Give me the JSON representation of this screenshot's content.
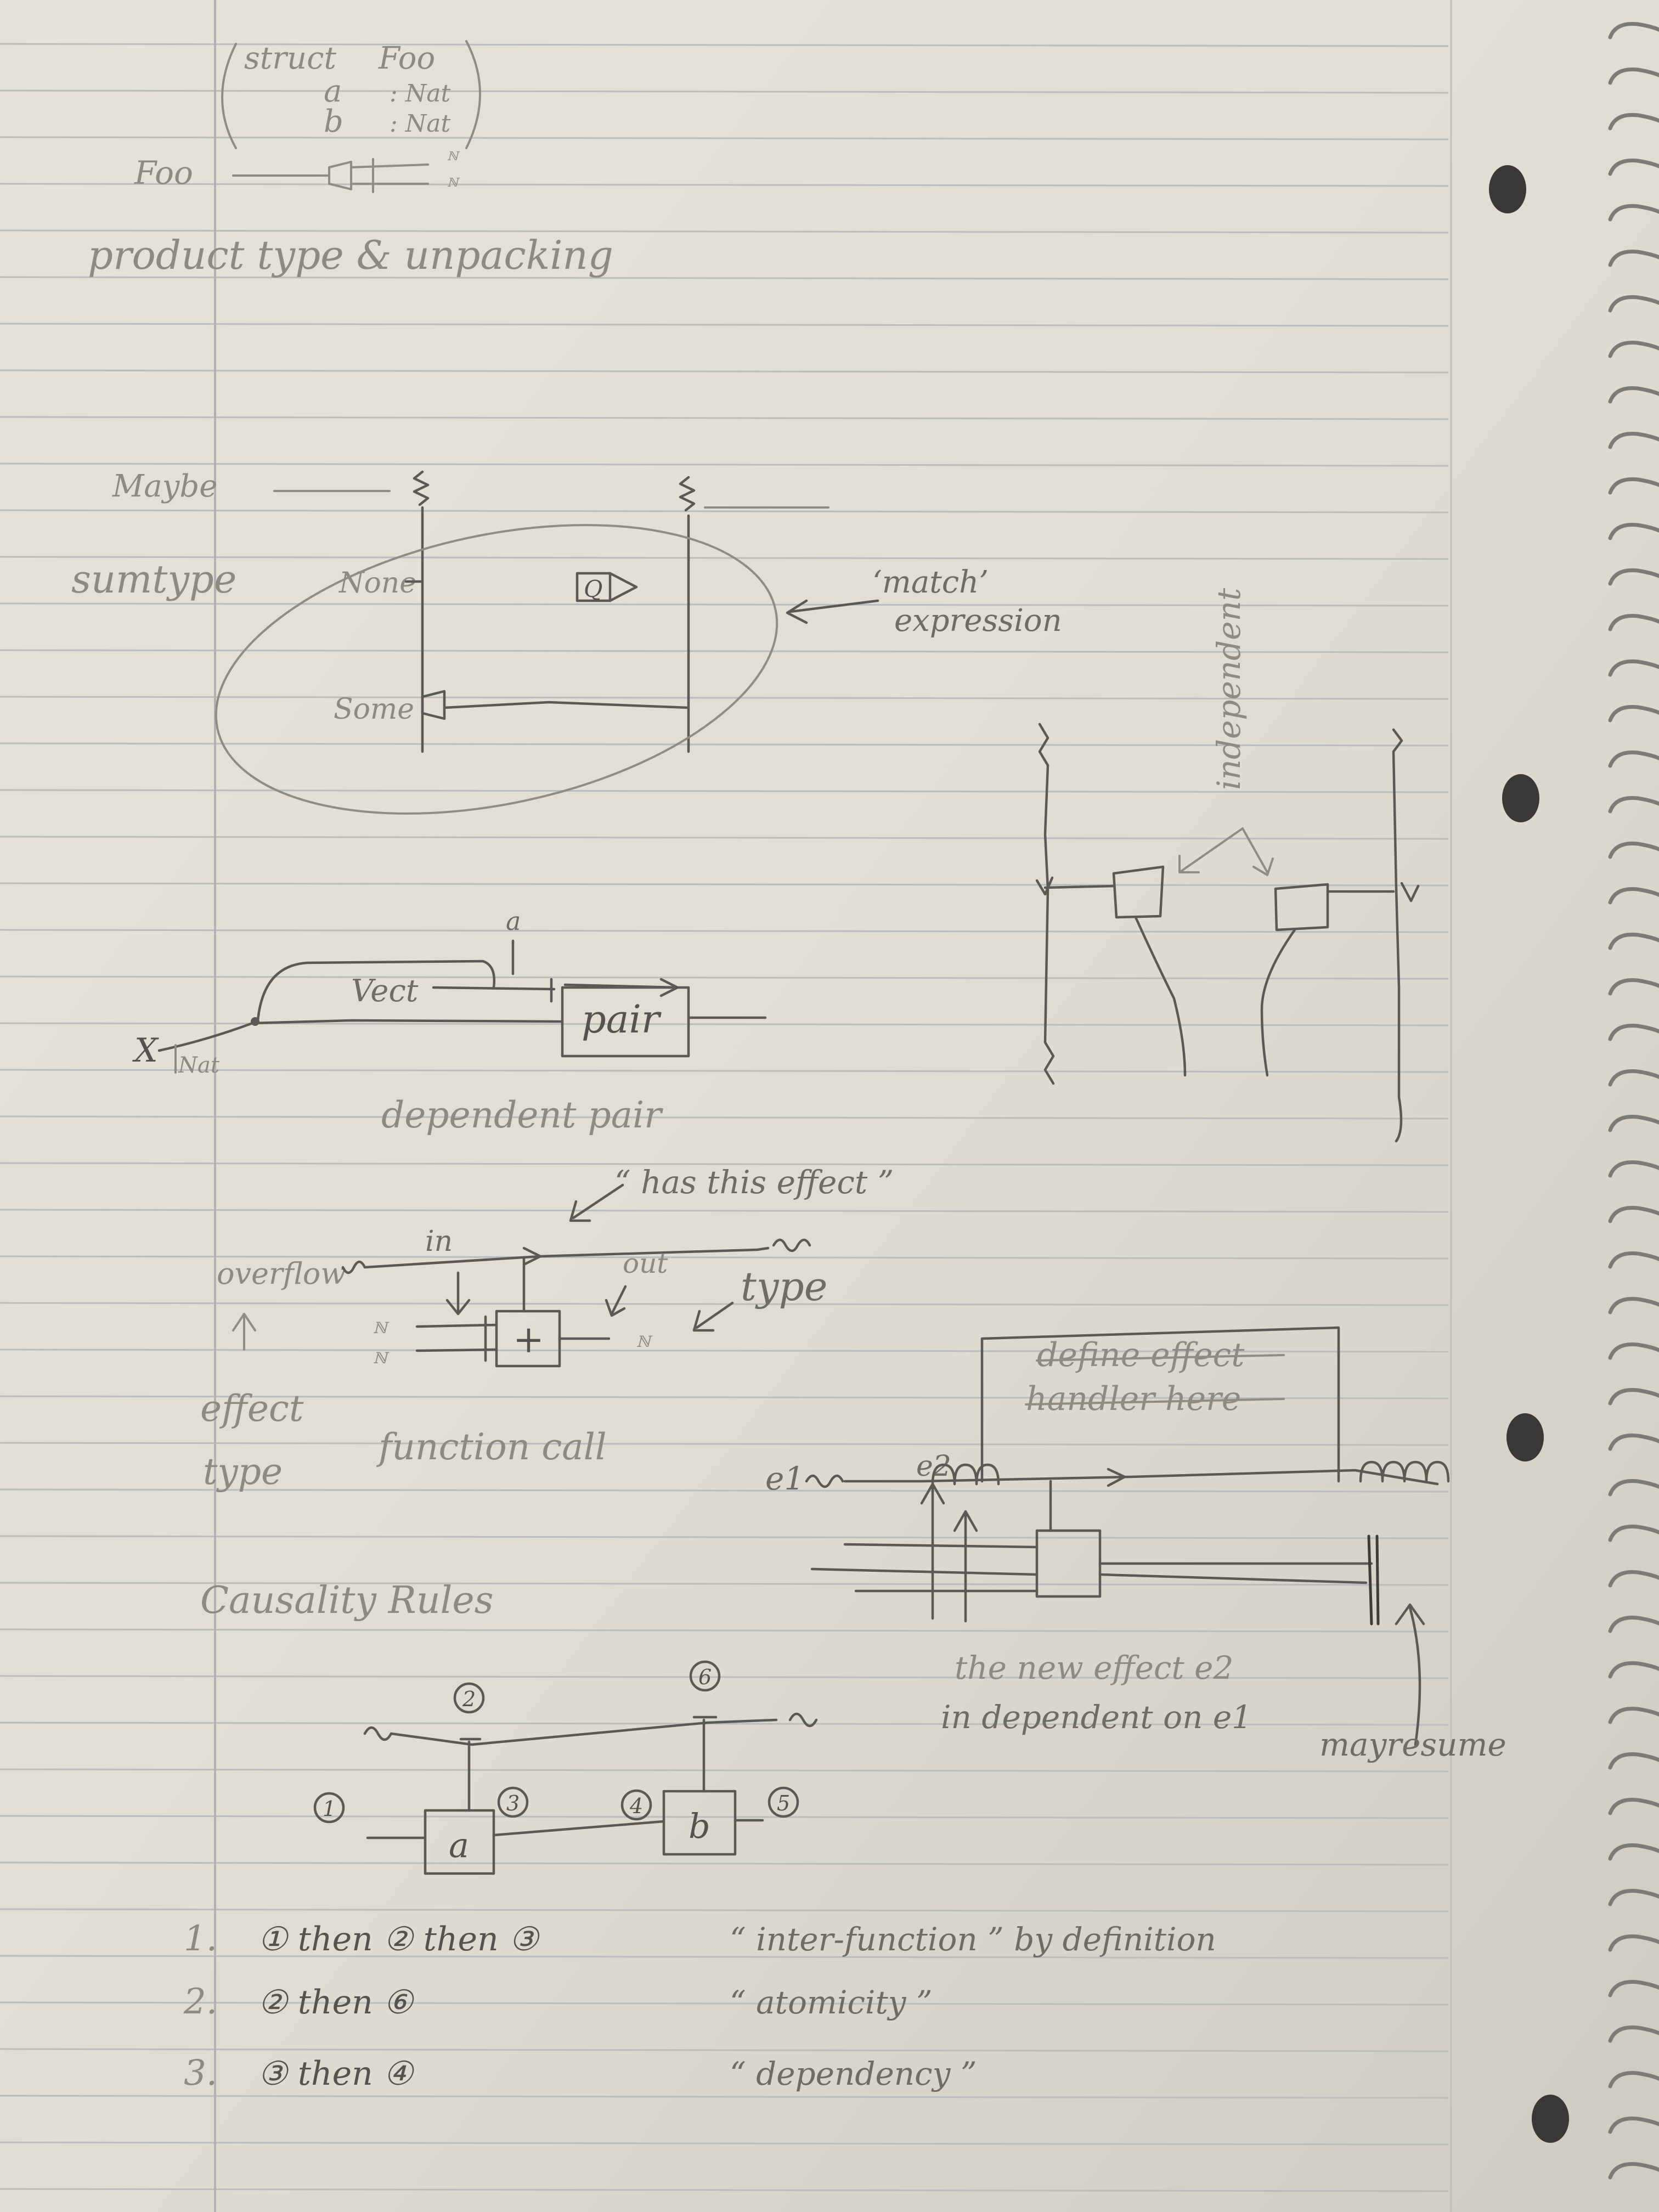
{
  "sections": {
    "product": {
      "struct_keyword": "struct",
      "struct_name": "Foo",
      "field_a": "a",
      "field_a_type": ": Nat",
      "field_b": "b",
      "field_b_type": ": Nat",
      "wire_label": "Foo",
      "caption": "product type & unpacking"
    },
    "sum": {
      "maybe_label": "Maybe",
      "caption": "sumtype",
      "none_label": "None",
      "some_label": "Some",
      "match_quote": "‘match’",
      "match_expression": "expression"
    },
    "independent": {
      "label": "independent"
    },
    "dependent_pair": {
      "a_label": "a",
      "vect_label": "Vect",
      "pair_label": "pair",
      "x_label": "X",
      "nat_label": "Nat",
      "caption": "dependent pair"
    },
    "function_call": {
      "has_effect": "“ has this effect ”",
      "overflow": "overflow",
      "in": "in",
      "out": "out",
      "type": "type",
      "plus": "+",
      "effect": "effect",
      "effect_type": "type",
      "caption": "function call"
    },
    "handler": {
      "define_effect": "define effect",
      "handler_here": "handler here",
      "e1": "e1",
      "e2": "e2",
      "new_effect": "the new effect e2",
      "dependent_on": "in dependent on e1",
      "may_resume": "mayresume"
    },
    "causality": {
      "title": "Causality Rules",
      "n1": "1",
      "n2": "2",
      "n3": "3",
      "n4": "4",
      "n5": "5",
      "n6": "6",
      "box_a": "a",
      "box_b": "b",
      "rules": [
        {
          "index": "1.",
          "text": "① then ② then ③",
          "note": "“ inter-function ” by definition"
        },
        {
          "index": "2.",
          "text": "② then ⑥",
          "note": "“ atomicity ”"
        },
        {
          "index": "3.",
          "text": "③ then ④",
          "note": "“ dependency ”"
        }
      ]
    }
  }
}
